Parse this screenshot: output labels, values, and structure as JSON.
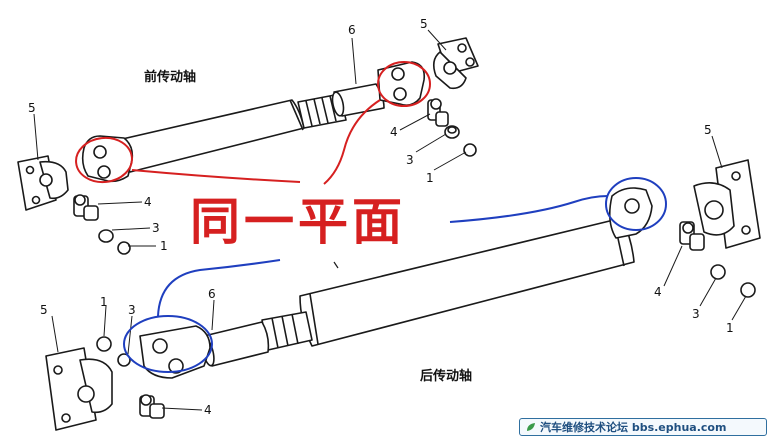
{
  "titles": {
    "front": "前传动轴",
    "rear": "后传动轴"
  },
  "annotation": "同一平面",
  "part_labels": {
    "top": [
      "5",
      "6",
      "5",
      "4",
      "3",
      "1",
      "4",
      "3",
      "1"
    ],
    "bottom": [
      "5",
      "1",
      "3",
      "6",
      "4",
      "5",
      "4",
      "3",
      "1"
    ]
  },
  "footer": {
    "text": "汽车维修技术论坛 bbs.ephua.com"
  },
  "colors": {
    "ink": "#1a1a1a",
    "red_marker": "#d62020",
    "blue_marker": "#1f3fbf"
  }
}
